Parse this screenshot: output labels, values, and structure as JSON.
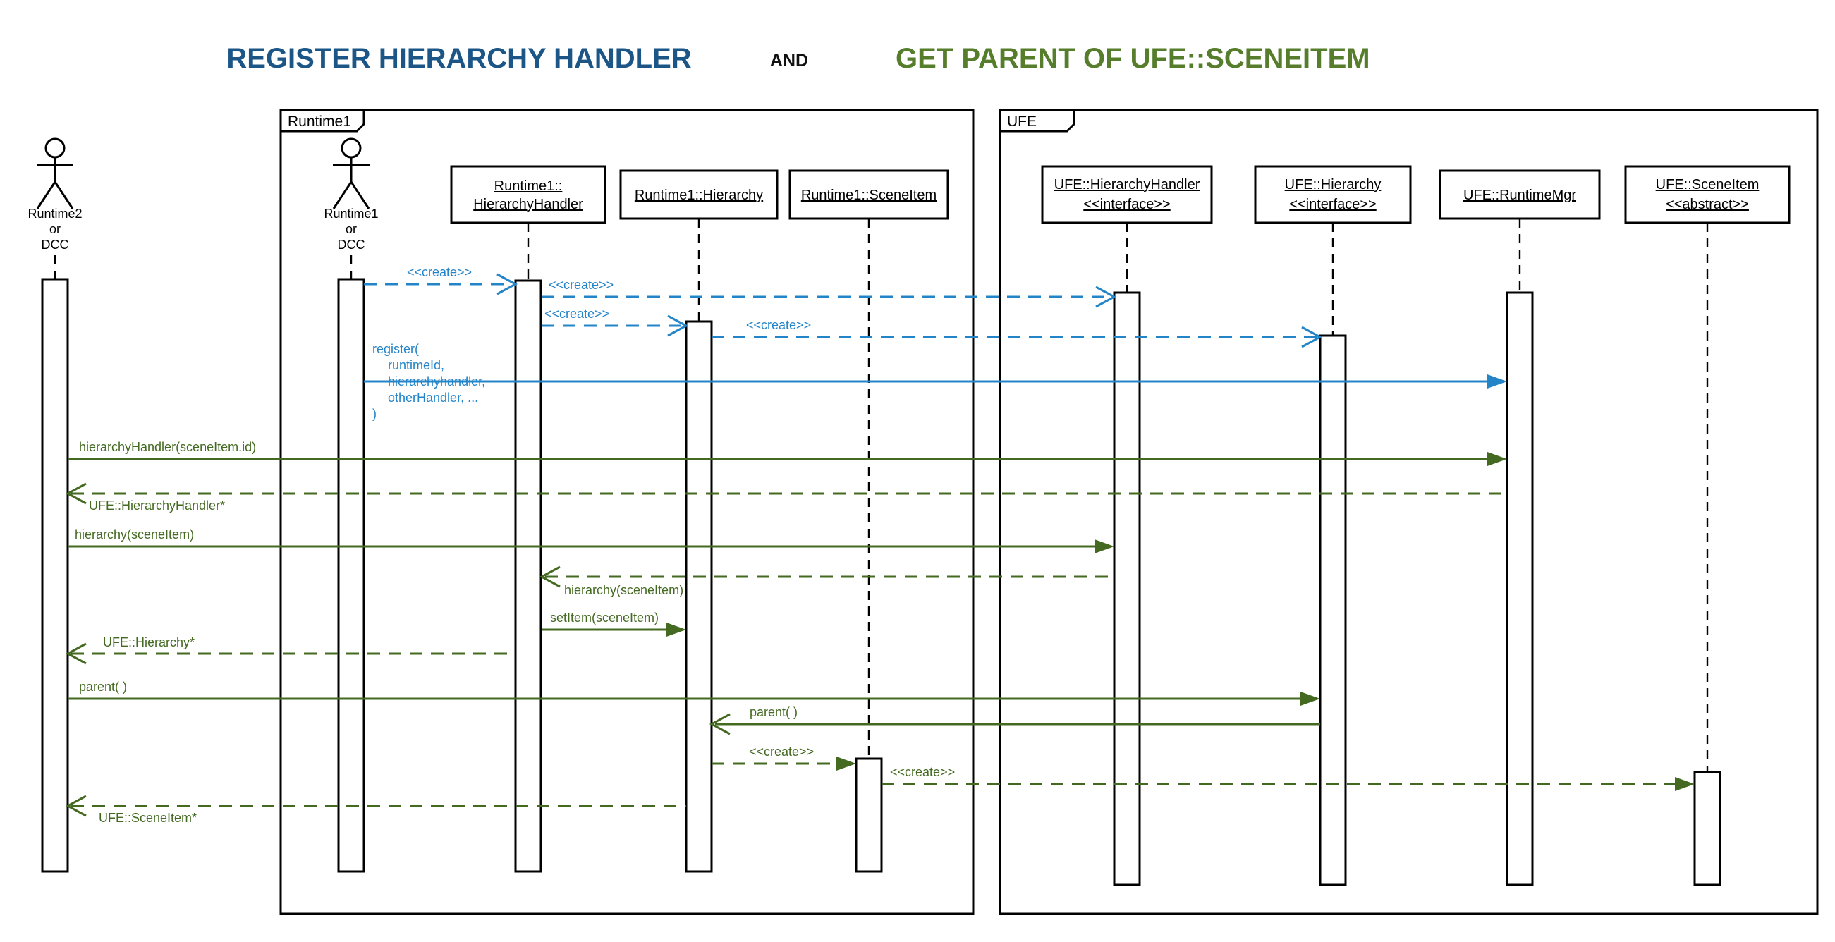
{
  "titles": {
    "left": "REGISTER HIERARCHY HANDLER",
    "connector": "AND",
    "right": "GET PARENT OF UFE::SCENEITEM"
  },
  "colors": {
    "title_left": "#1b5687",
    "title_right": "#567d2b",
    "message_blue": "#2484c8",
    "message_green": "#446a22",
    "structure": "#000000",
    "background": "#ffffff"
  },
  "frames": [
    {
      "id": "runtime1",
      "label": "Runtime1"
    },
    {
      "id": "ufe",
      "label": "UFE"
    }
  ],
  "actors": [
    {
      "id": "runtime2-or-dcc",
      "lines": [
        "Runtime2",
        "or",
        "DCC"
      ]
    },
    {
      "id": "runtime1-or-dcc",
      "lines": [
        "Runtime1",
        "or",
        "DCC"
      ]
    }
  ],
  "participants": [
    {
      "id": "r1-hierarchyhandler",
      "frame": "Runtime1",
      "lines": [
        "Runtime1::",
        "HierarchyHandler"
      ]
    },
    {
      "id": "r1-hierarchy",
      "frame": "Runtime1",
      "lines": [
        "Runtime1::Hierarchy"
      ]
    },
    {
      "id": "r1-sceneitem",
      "frame": "Runtime1",
      "lines": [
        "Runtime1::SceneItem"
      ]
    },
    {
      "id": "ufe-hierarchyhandler",
      "frame": "UFE",
      "lines": [
        "UFE::HierarchyHandler",
        "<<interface>>"
      ]
    },
    {
      "id": "ufe-hierarchy",
      "frame": "UFE",
      "lines": [
        "UFE::Hierarchy",
        "<<interface>>"
      ]
    },
    {
      "id": "ufe-runtimemgr",
      "frame": "UFE",
      "lines": [
        "UFE::RuntimeMgr"
      ]
    },
    {
      "id": "ufe-sceneitem",
      "frame": "UFE",
      "lines": [
        "UFE::SceneItem",
        "<<abstract>>"
      ]
    }
  ],
  "messages": [
    {
      "label": "<<create>>",
      "from": "Runtime1 or DCC",
      "to": "Runtime1::HierarchyHandler",
      "type": "create",
      "style": "dashed",
      "color": "blue",
      "head": "open"
    },
    {
      "label": "<<create>>",
      "from": "Runtime1::HierarchyHandler",
      "to": "UFE::HierarchyHandler",
      "type": "create",
      "style": "dashed",
      "color": "blue",
      "head": "open"
    },
    {
      "label": "<<create>>",
      "from": "Runtime1::HierarchyHandler",
      "to": "Runtime1::Hierarchy",
      "type": "create",
      "style": "dashed",
      "color": "blue",
      "head": "open"
    },
    {
      "label": "<<create>>",
      "from": "Runtime1::Hierarchy",
      "to": "UFE::Hierarchy",
      "type": "create",
      "style": "dashed",
      "color": "blue",
      "head": "open"
    },
    {
      "label": "register( runtimeId, hierarchyhandler, otherHandler, ... )",
      "label_lines": [
        "register(",
        "runtimeId,",
        "hierarchyhandler,",
        "otherHandler, ...",
        ")"
      ],
      "from": "Runtime1 or DCC",
      "to": "UFE::RuntimeMgr",
      "type": "call",
      "style": "solid",
      "color": "blue",
      "head": "filled"
    },
    {
      "label": "hierarchyHandler(sceneItem.id)",
      "from": "Runtime2 or DCC",
      "to": "UFE::RuntimeMgr",
      "type": "call",
      "style": "solid",
      "color": "green",
      "head": "filled"
    },
    {
      "label": "UFE::HierarchyHandler*",
      "from": "UFE::RuntimeMgr",
      "to": "Runtime2 or DCC",
      "type": "return",
      "style": "dashed",
      "color": "green",
      "head": "open"
    },
    {
      "label": "hierarchy(sceneItem)",
      "from": "Runtime2 or DCC",
      "to": "UFE::HierarchyHandler",
      "type": "call",
      "style": "solid",
      "color": "green",
      "head": "filled"
    },
    {
      "label": "hierarchy(sceneItem)",
      "from": "UFE::HierarchyHandler",
      "to": "Runtime1::HierarchyHandler",
      "type": "call",
      "style": "dashed",
      "color": "green",
      "head": "open"
    },
    {
      "label": "setItem(sceneItem)",
      "from": "Runtime1::HierarchyHandler",
      "to": "Runtime1::Hierarchy",
      "type": "call",
      "style": "solid",
      "color": "green",
      "head": "filled"
    },
    {
      "label": "UFE::Hierarchy*",
      "from": "Runtime1::HierarchyHandler",
      "to": "Runtime2 or DCC",
      "type": "return",
      "style": "dashed",
      "color": "green",
      "head": "open"
    },
    {
      "label": "parent( )",
      "from": "Runtime2 or DCC",
      "to": "UFE::Hierarchy",
      "type": "call",
      "style": "solid",
      "color": "green",
      "head": "filled"
    },
    {
      "label": "parent( )",
      "from": "UFE::Hierarchy",
      "to": "Runtime1::Hierarchy",
      "type": "call",
      "style": "solid",
      "color": "green",
      "head": "open"
    },
    {
      "label": "<<create>>",
      "from": "Runtime1::Hierarchy",
      "to": "Runtime1::SceneItem",
      "type": "create",
      "style": "dashed",
      "color": "green",
      "head": "filled"
    },
    {
      "label": "<<create>>",
      "from": "Runtime1::SceneItem",
      "to": "UFE::SceneItem",
      "type": "create",
      "style": "dashed",
      "color": "green",
      "head": "filled"
    },
    {
      "label": "UFE::SceneItem*",
      "from": "Runtime1::Hierarchy",
      "to": "Runtime2 or DCC",
      "type": "return",
      "style": "dashed",
      "color": "green",
      "head": "open"
    }
  ]
}
